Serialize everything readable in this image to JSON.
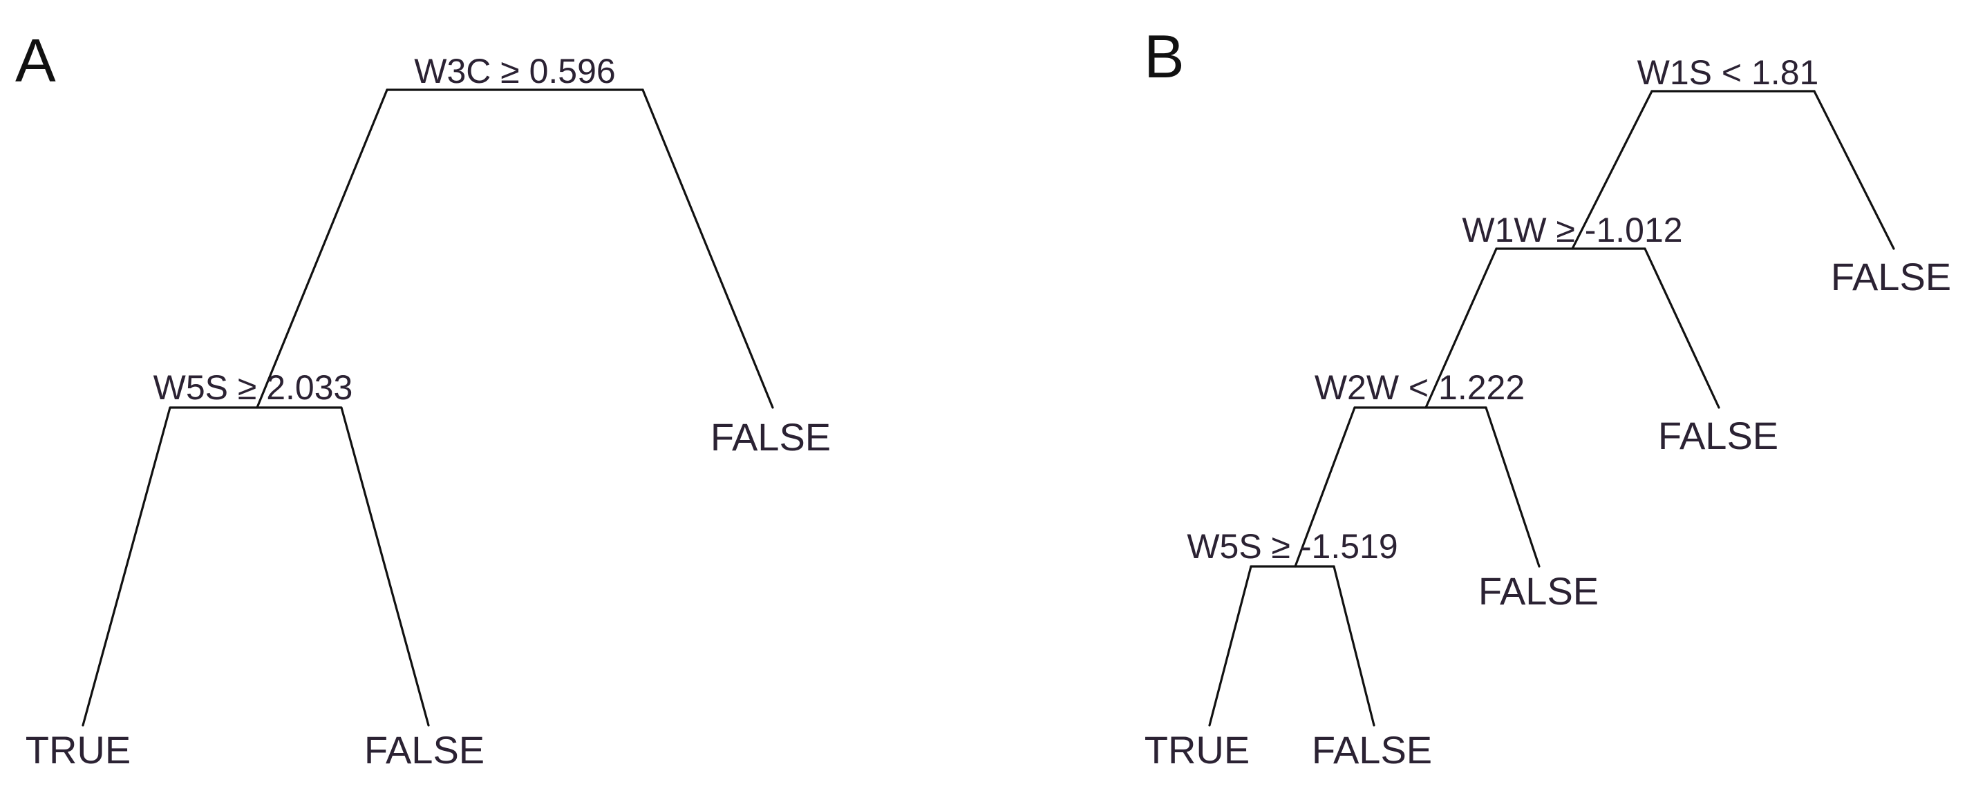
{
  "trees": [
    {
      "panel": "A",
      "nodes": [
        {
          "id": "a_root",
          "label": "W3C ≥ 0.596"
        },
        {
          "id": "a_split2",
          "label": "W5S ≥ 2.033"
        },
        {
          "id": "a_false1",
          "label": "FALSE"
        },
        {
          "id": "a_true",
          "label": "TRUE"
        },
        {
          "id": "a_false2",
          "label": "FALSE"
        }
      ],
      "edges": [
        [
          "a_root",
          "a_split2"
        ],
        [
          "a_root",
          "a_false1"
        ],
        [
          "a_split2",
          "a_true"
        ],
        [
          "a_split2",
          "a_false2"
        ]
      ]
    },
    {
      "panel": "B",
      "nodes": [
        {
          "id": "b_root",
          "label": "W1S < 1.81"
        },
        {
          "id": "b_split2",
          "label": "W1W ≥ -1.012"
        },
        {
          "id": "b_false1",
          "label": "FALSE"
        },
        {
          "id": "b_split3",
          "label": "W2W < 1.222"
        },
        {
          "id": "b_false2",
          "label": "FALSE"
        },
        {
          "id": "b_split4",
          "label": "W5S ≥ -1.519"
        },
        {
          "id": "b_false3",
          "label": "FALSE"
        },
        {
          "id": "b_true",
          "label": "TRUE"
        },
        {
          "id": "b_false4",
          "label": "FALSE"
        }
      ],
      "edges": [
        [
          "b_root",
          "b_split2"
        ],
        [
          "b_root",
          "b_false1"
        ],
        [
          "b_split2",
          "b_split3"
        ],
        [
          "b_split2",
          "b_false2"
        ],
        [
          "b_split3",
          "b_split4"
        ],
        [
          "b_split3",
          "b_false3"
        ],
        [
          "b_split4",
          "b_true"
        ],
        [
          "b_split4",
          "b_false4"
        ]
      ]
    }
  ]
}
